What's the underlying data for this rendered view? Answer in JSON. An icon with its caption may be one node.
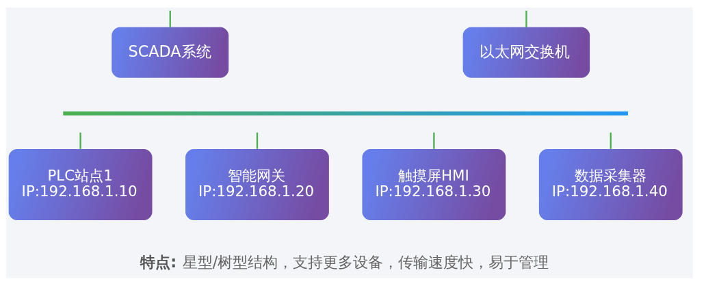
{
  "diagram": {
    "caption": "**特点:** 星型/树型结构，支持更多设备，传输速度快，易于管理",
    "nodes": [
      {
        "text": [
          "SCADA系统"
        ]
      },
      {
        "text": [
          "以太网交换机"
        ]
      },
      {
        "text": [],
        "shape": "bar"
      },
      {
        "text": [
          "PLC站点1",
          "IP:192.168.1.10"
        ]
      },
      {
        "text": [
          "智能网关",
          "IP:192.168.1.20"
        ]
      },
      {
        "text": [
          "触摸屏HMI",
          "IP:192.168.1.30"
        ]
      },
      {
        "text": [
          "数据采集器",
          "IP:192.168.1.40"
        ]
      }
    ],
    "edges": [
      {
        "from": null,
        "to": 0,
        "arrow": "none"
      },
      {
        "from": null,
        "to": 1,
        "arrow": "none"
      },
      {
        "from": null,
        "to": 3,
        "arrow": "none"
      },
      {
        "from": null,
        "to": 4,
        "arrow": "none"
      },
      {
        "from": null,
        "to": 5,
        "arrow": "none"
      },
      {
        "from": null,
        "to": 6,
        "arrow": "none"
      }
    ]
  }
}
